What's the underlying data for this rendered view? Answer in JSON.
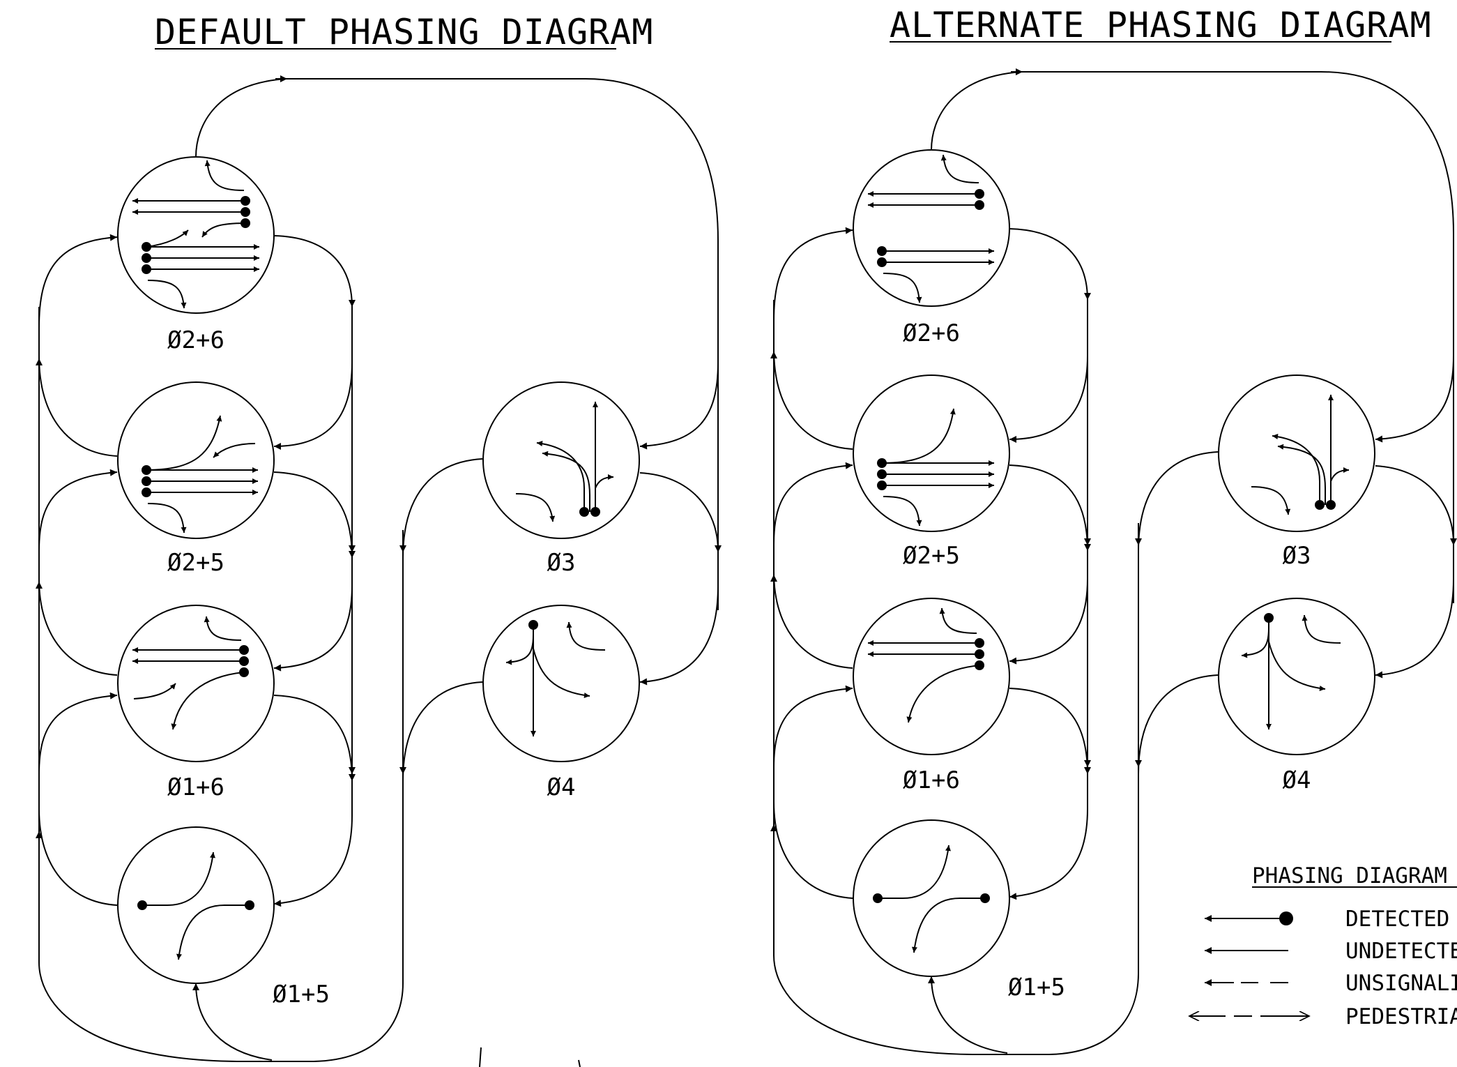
{
  "panels": [
    {
      "title": "DEFAULT PHASING DIAGRAM",
      "phases": [
        {
          "key": "p26",
          "label": "Ø2+6"
        },
        {
          "key": "p25",
          "label": "Ø2+5"
        },
        {
          "key": "p16",
          "label": "Ø1+6"
        },
        {
          "key": "p15",
          "label": "Ø1+5"
        },
        {
          "key": "p3",
          "label": "Ø3"
        },
        {
          "key": "p4",
          "label": "Ø4"
        }
      ]
    },
    {
      "title": "ALTERNATE PHASING DIAGRAM",
      "phases": [
        {
          "key": "p26",
          "label": "Ø2+6"
        },
        {
          "key": "p25",
          "label": "Ø2+5"
        },
        {
          "key": "p16",
          "label": "Ø1+6"
        },
        {
          "key": "p15",
          "label": "Ø1+5"
        },
        {
          "key": "p3",
          "label": "Ø3"
        },
        {
          "key": "p4",
          "label": "Ø4"
        }
      ]
    }
  ],
  "legend": {
    "title": "PHASING DIAGRAM",
    "items": [
      {
        "symbol": "detected-movement",
        "label": "DETECTED"
      },
      {
        "symbol": "undetected-movement",
        "label": "UNDETECTE"
      },
      {
        "symbol": "unsignalized-movement",
        "label": "UNSIGNALI"
      },
      {
        "symbol": "pedestrian-movement",
        "label": "PEDESTRIA"
      }
    ]
  }
}
